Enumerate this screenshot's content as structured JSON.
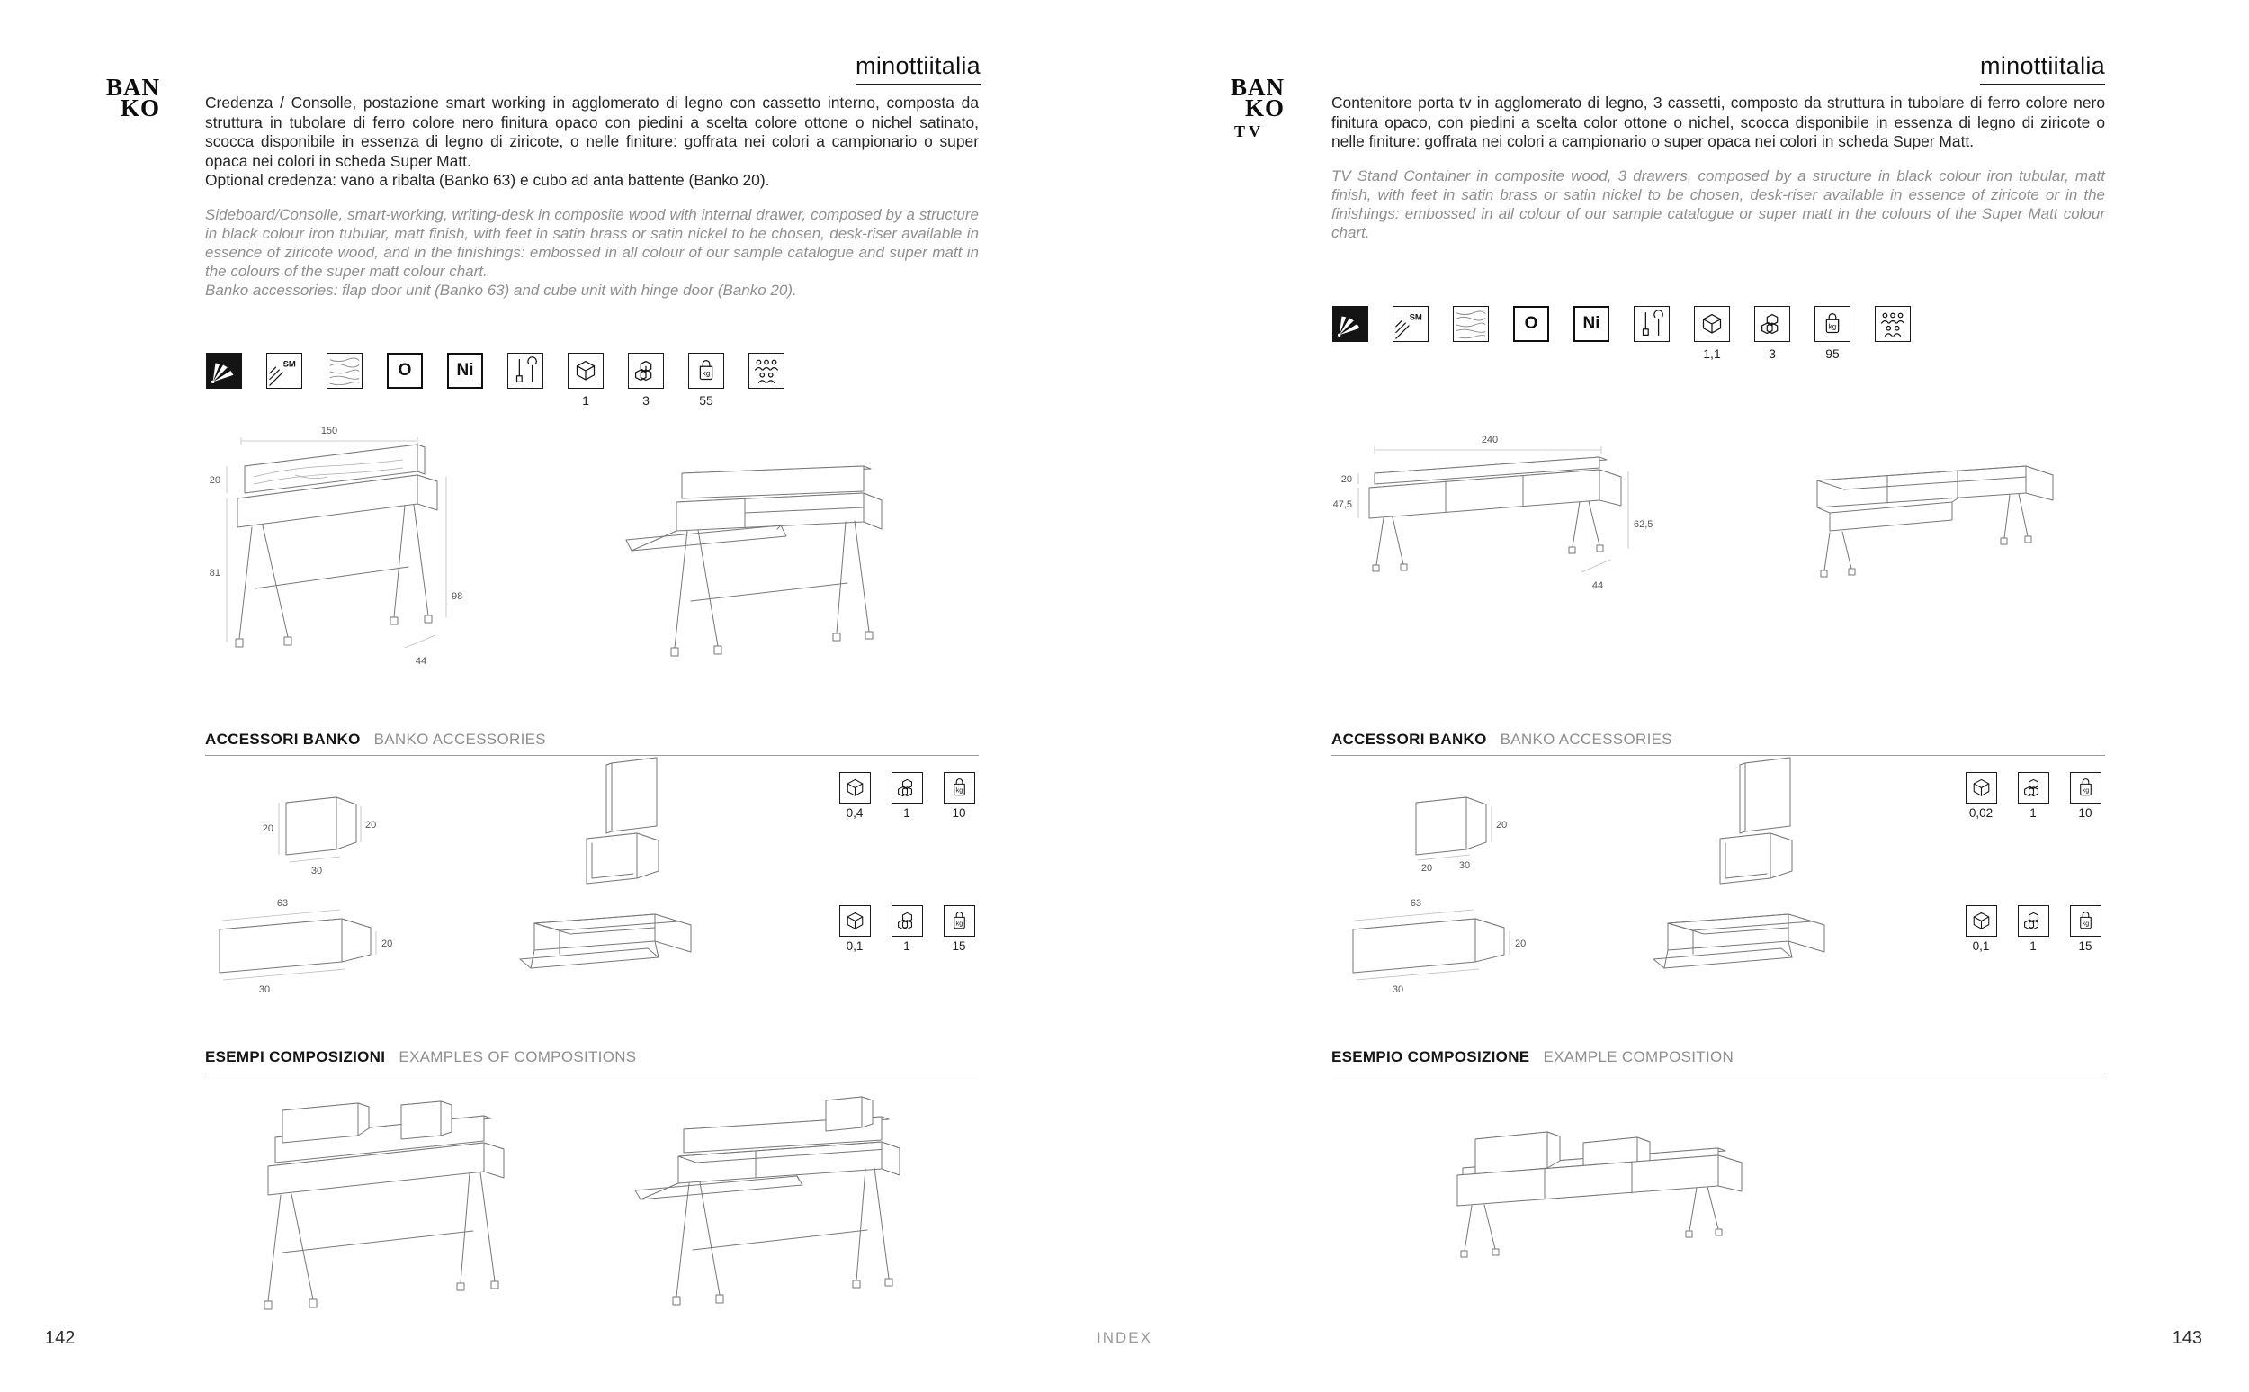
{
  "footer": {
    "index_label": "INDEX"
  },
  "left": {
    "page_number": "142",
    "brand": "minottiitalia",
    "logo": {
      "l1": "BAN",
      "l2": "KO"
    },
    "intro_it": "Credenza / Consolle, postazione smart working in agglomerato di legno con cassetto interno, composta da struttura in tubolare di ferro colore nero finitura opaco con piedini a scelta colore ottone o nichel satinato, scocca disponibile in essenza di legno di ziricote, o nelle finiture: goffrata nei colori a campionario o super opaca nei colori in scheda Super Matt.",
    "optional_it": "Optional credenza: vano a ribalta (Banko 63) e cubo ad anta battente (Banko 20).",
    "intro_en": "Sideboard/Consolle, smart-working, writing-desk in composite wood with internal drawer, composed by a structure in black colour iron tubular, matt finish, with feet in satin brass or satin nickel to be chosen, desk-riser available in essence of ziricote wood, and in the finishings: embossed in all colour of our sample catalogue and super matt in the colours of the super matt colour chart.",
    "accessories_en": "Banko accessories: flap door unit (Banko 63) and cube unit with hinge door (Banko 20).",
    "icons": {
      "sm": "SM",
      "brass": "O",
      "nickel": "Ni",
      "kg": "kg",
      "volume_value": "1",
      "package_value": "3",
      "weight_value": "55"
    },
    "main_dims": {
      "width": "150",
      "riser": "20",
      "body": "81",
      "height": "98",
      "depth": "44"
    },
    "sections": {
      "accessories_it": "ACCESSORI BANKO",
      "accessories_en": "BANKO ACCESSORIES",
      "compositions_it": "ESEMPI COMPOSIZIONI",
      "compositions_en": "EXAMPLES OF COMPOSITIONS"
    },
    "acc_rows": [
      {
        "a": "20",
        "b": "20",
        "c": "30",
        "volume": "0,4",
        "package": "1",
        "weight": "10"
      },
      {
        "a": "63",
        "b": "20",
        "c": "30",
        "volume": "0,1",
        "package": "1",
        "weight": "15"
      }
    ]
  },
  "right": {
    "page_number": "143",
    "brand": "minottiitalia",
    "logo": {
      "l1": "BAN",
      "l2": "KO",
      "l3": "TV"
    },
    "intro_it": "Contenitore porta tv in agglomerato di legno, 3 cassetti, composto da struttura in tubolare di ferro colore nero finitura opaco, con piedini a scelta color ottone o nichel, scocca disponibile in essenza di legno di ziricote o nelle finiture: goffrata nei colori a campionario o super opaca nei colori in scheda Super Matt.",
    "intro_en": "TV Stand Container in composite wood, 3 drawers, composed by a structure in black colour iron tubular, matt finish, with feet in satin brass or satin nickel to be chosen, desk-riser available in essence of ziricote or in the finishings: embossed in all colour of our sample catalogue or super matt in the colours of the Super Matt colour chart.",
    "icons": {
      "sm": "SM",
      "brass": "O",
      "nickel": "Ni",
      "kg": "kg",
      "volume_value": "1,1",
      "package_value": "3",
      "weight_value": "95"
    },
    "main_dims": {
      "width": "240",
      "riser": "20",
      "body": "47,5",
      "height": "62,5",
      "depth": "44"
    },
    "sections": {
      "accessories_it": "ACCESSORI BANKO",
      "accessories_en": "BANKO ACCESSORIES",
      "compositions_it": "ESEMPIO COMPOSIZIONE",
      "compositions_en": "EXAMPLE  COMPOSITION"
    },
    "acc_rows": [
      {
        "a": "20",
        "b": "20",
        "c": "30",
        "volume": "0,02",
        "package": "1",
        "weight": "10"
      },
      {
        "a": "63",
        "b": "20",
        "c": "30",
        "volume": "0,1",
        "package": "1",
        "weight": "15"
      }
    ]
  }
}
